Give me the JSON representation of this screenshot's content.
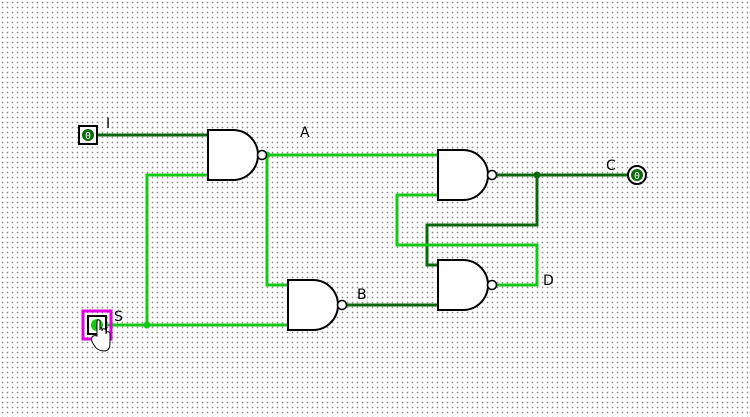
{
  "labels": {
    "input_i": "I",
    "input_s": "S",
    "node_a": "A",
    "node_b": "B",
    "output_c": "C",
    "node_d": "D"
  },
  "pins": {
    "input_i_value": "0",
    "output_c_value": "0"
  },
  "colors": {
    "wire_low": "#0a6a0a",
    "wire_high": "#16c816",
    "selection": "#e000e0"
  }
}
